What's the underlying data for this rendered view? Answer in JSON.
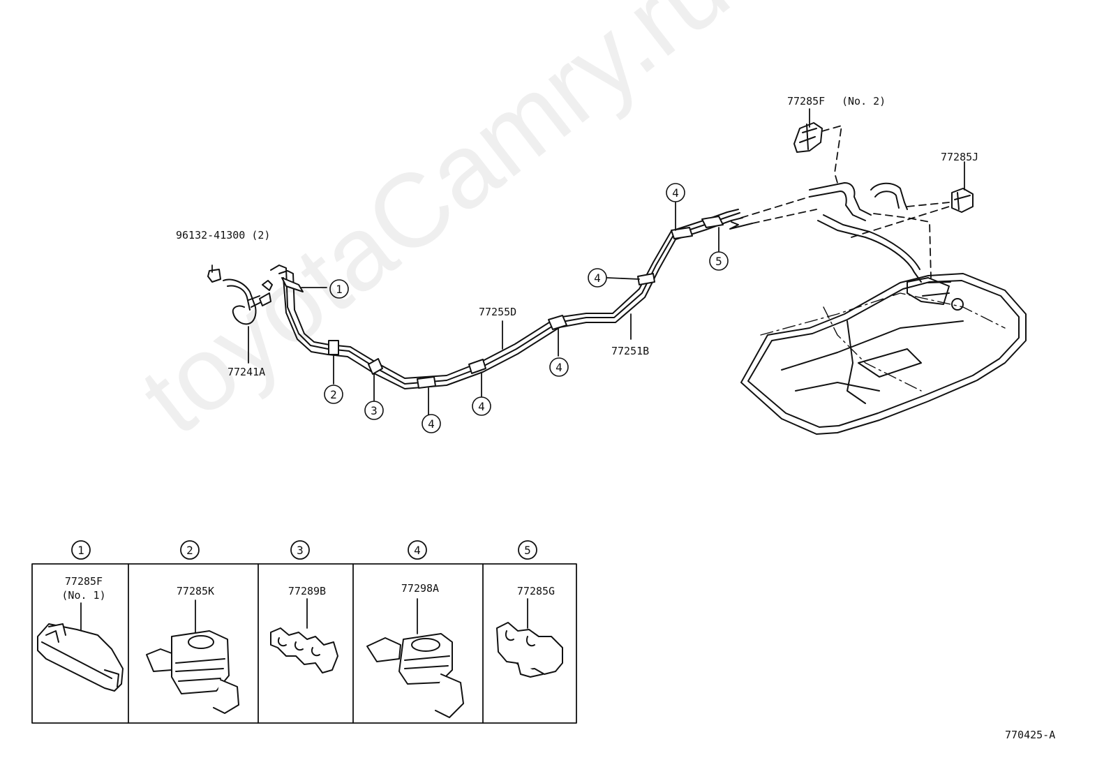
{
  "diagram": {
    "callouts": {
      "hose_clip": "96132-41300 (2)",
      "hose_a": "77241A",
      "tube_d": "77255D",
      "tube_b": "77251B",
      "clamp_f2_top": "77285F",
      "clamp_f2_top_note": "(No. 2)",
      "clamp_j": "77285J",
      "drawing_code": "770425-A"
    },
    "markers": [
      "1",
      "2",
      "3",
      "4",
      "5"
    ],
    "legend": [
      {
        "num": "1",
        "part": "77285F",
        "note": "(No. 1)"
      },
      {
        "num": "2",
        "part": "77285K",
        "note": ""
      },
      {
        "num": "3",
        "part": "77289B",
        "note": ""
      },
      {
        "num": "4",
        "part": "77298A",
        "note": ""
      },
      {
        "num": "5",
        "part": "77285G",
        "note": ""
      }
    ],
    "watermark": "toyotaCamry.ru"
  }
}
